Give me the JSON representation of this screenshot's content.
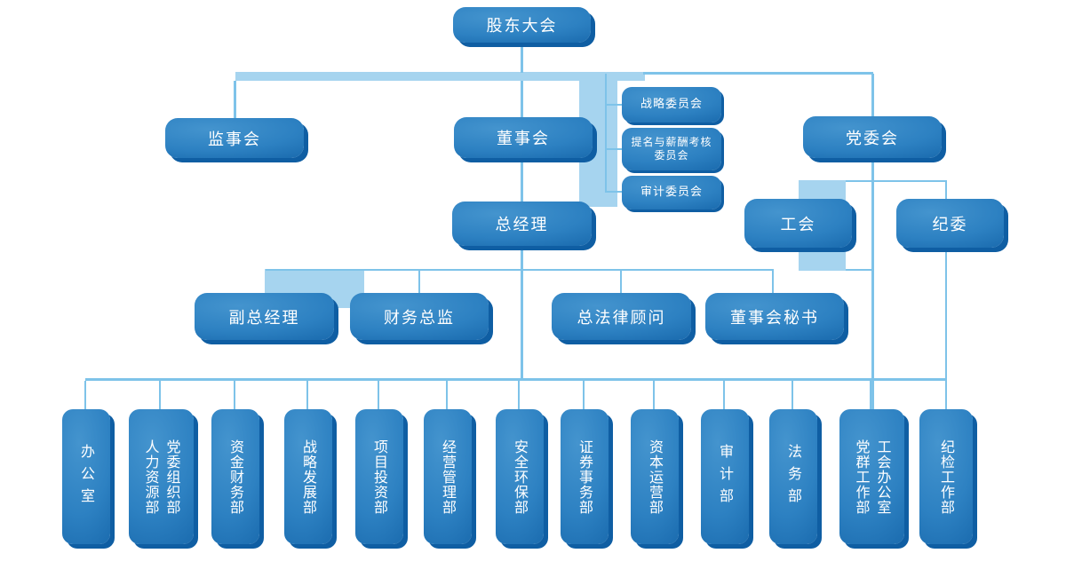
{
  "palette": {
    "node_blue_light": "#4494ce",
    "node_blue_dark": "#166cae",
    "node_shadow": "#0f5ea3",
    "connector_line": "#7ec3e9",
    "decor_bar": "#a6d4ef",
    "text": "#ffffff",
    "background": "#ffffff"
  },
  "nodes": {
    "shareholders": "股东大会",
    "supervisors": "监事会",
    "board": "董事会",
    "party_committee": "党委会",
    "committee_strategy": "战略委员会",
    "committee_nomination_line1": "提名与薪酬考核",
    "committee_nomination_line2": "委员会",
    "committee_audit": "审计委员会",
    "general_manager": "总经理",
    "labor_union": "工会",
    "discipline_commission": "纪委",
    "deputy_general_manager": "副总经理",
    "cfo": "财务总监",
    "general_counsel": "总法律顾问",
    "board_secretary": "董事会秘书"
  },
  "departments": [
    {
      "line1": "办公室"
    },
    {
      "line1": "党委组织部",
      "line2": "人力资源部"
    },
    {
      "line1": "资金财务部"
    },
    {
      "line1": "战略发展部"
    },
    {
      "line1": "项目投资部"
    },
    {
      "line1": "经营管理部"
    },
    {
      "line1": "安全环保部"
    },
    {
      "line1": "证券事务部"
    },
    {
      "line1": "资本运营部"
    },
    {
      "line1": "审计部"
    },
    {
      "line1": "法务部"
    },
    {
      "line1": "工会办公室",
      "line2": "党群工作部"
    },
    {
      "line1": "纪检工作部"
    }
  ]
}
